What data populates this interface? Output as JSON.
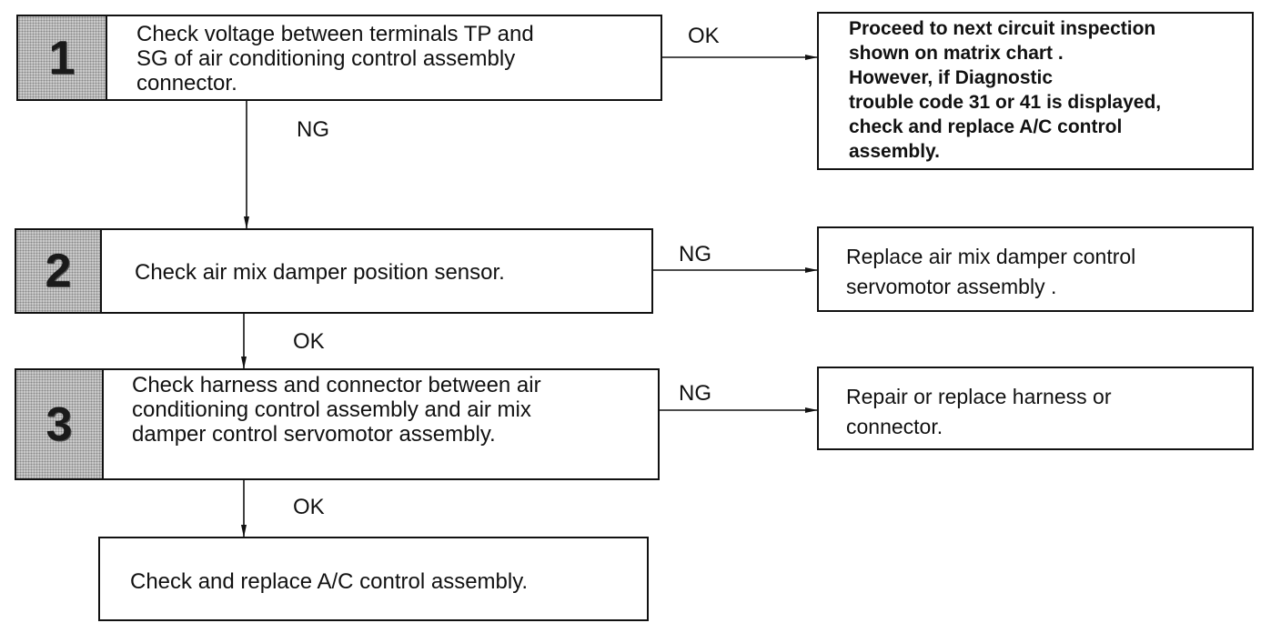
{
  "steps": [
    {
      "number": "1",
      "text": "Check voltage between terminals TP and\nSG of air conditioning control assembly\nconnector."
    },
    {
      "number": "2",
      "text": "Check air mix damper position sensor."
    },
    {
      "number": "3",
      "text": "Check harness and connector between air\nconditioning control assembly and air mix\ndamper control servomotor assembly."
    }
  ],
  "outcomes": {
    "step1_ok": "Proceed to next circuit inspection\nshown on matrix chart .\nHowever, if Diagnostic\ntrouble code 31 or 41 is displayed,\ncheck and replace A/C control\nassembly.",
    "step2_ng": "Replace air mix damper control\nservomotor assembly .",
    "step3_ng": "Repair or replace harness or\nconnector.",
    "final": "Check and replace A/C control assembly."
  },
  "labels": {
    "step1_right": "OK",
    "step1_down": "NG",
    "step2_right": "NG",
    "step2_down": "OK",
    "step3_right": "NG",
    "step3_down": "OK"
  },
  "colors": {
    "line": "#111111",
    "number_cell": "#c9c9c9"
  }
}
